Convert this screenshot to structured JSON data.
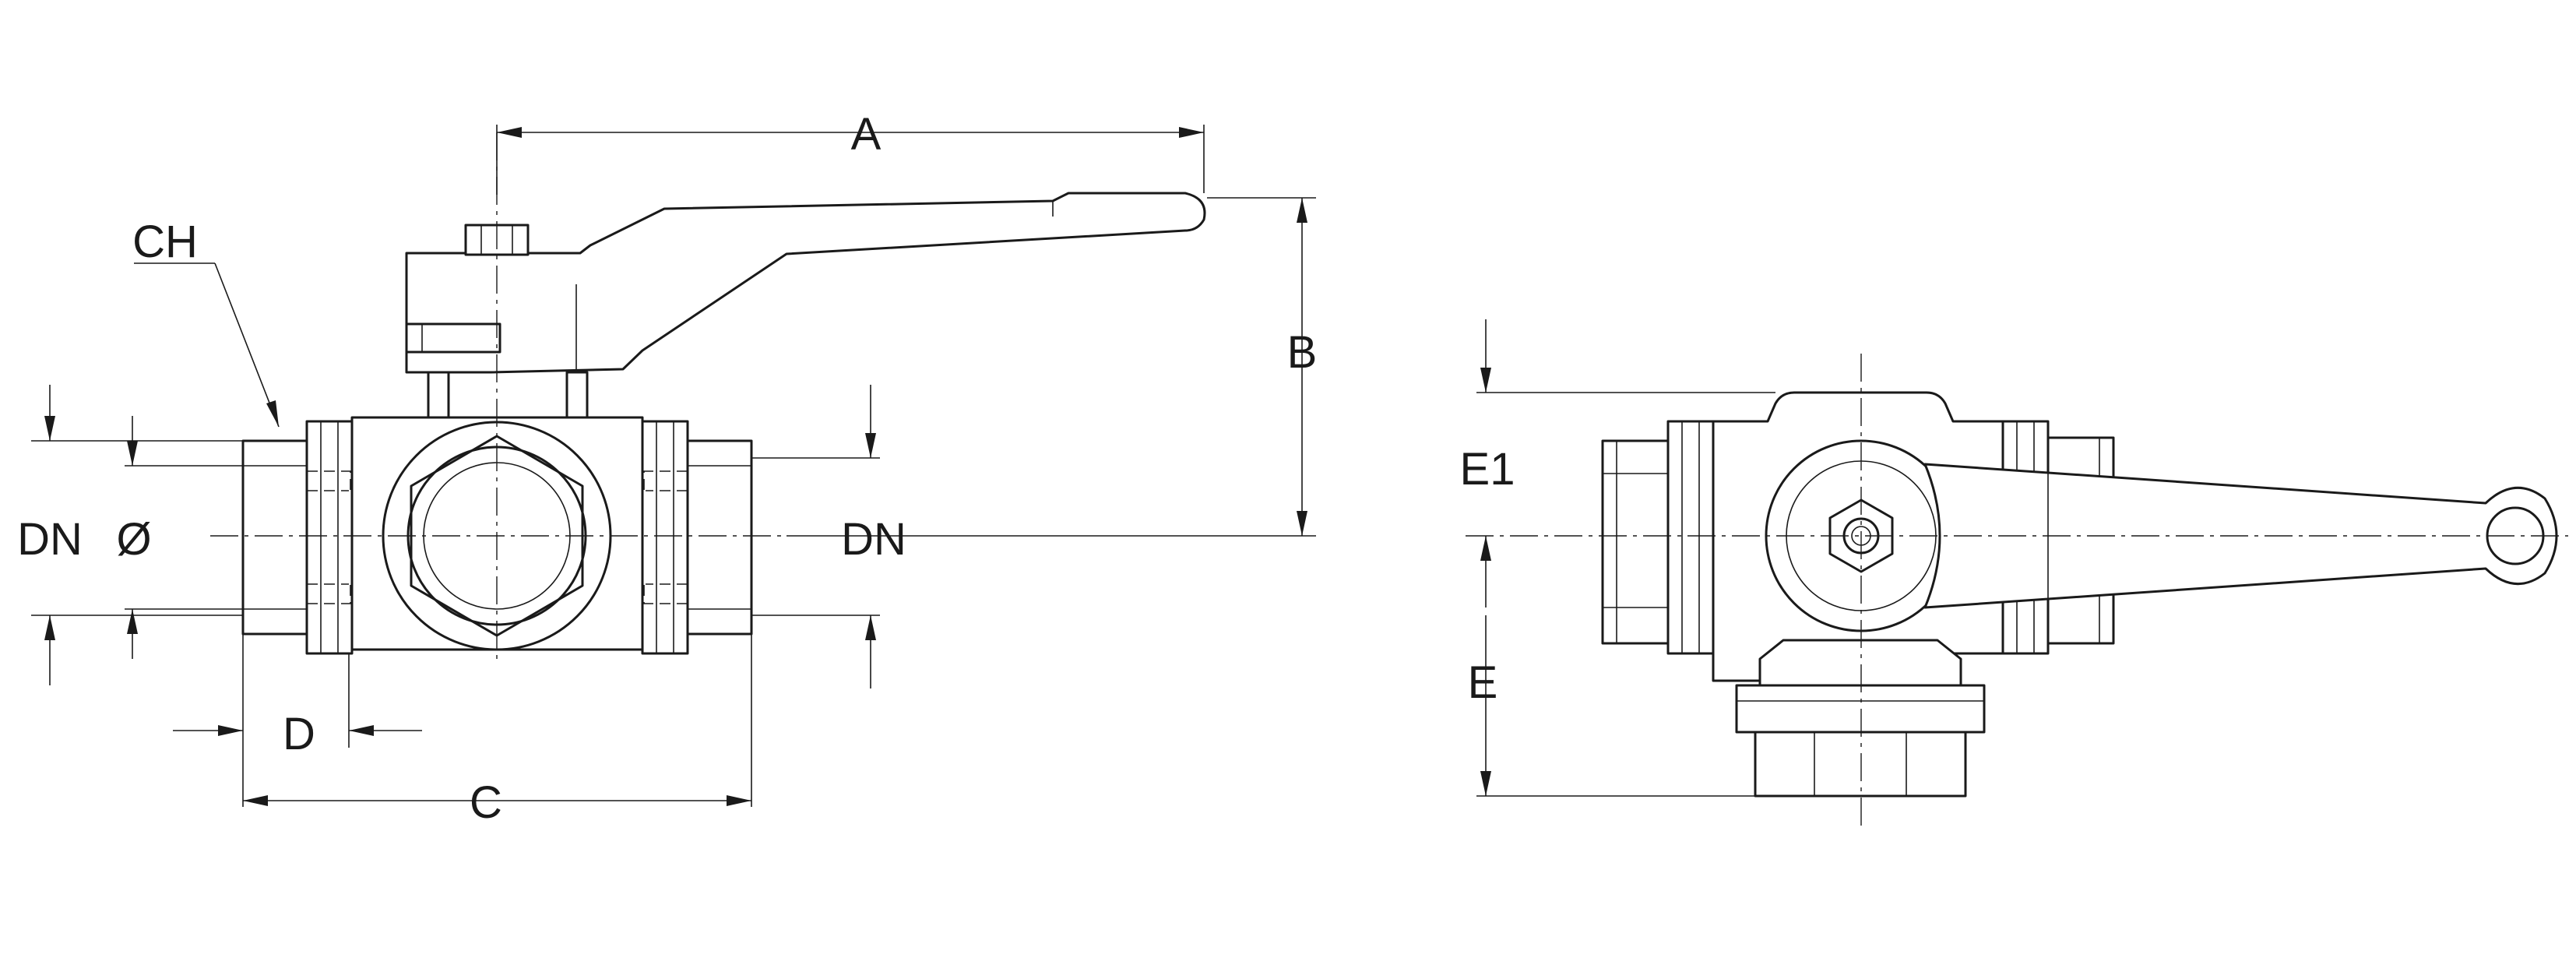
{
  "drawing": {
    "labels": {
      "a": "A",
      "b": "B",
      "c": "C",
      "d": "D",
      "ch": "CH",
      "dn_left": "DN",
      "dia_symbol": "Ø",
      "dn_right": "DN",
      "e": "E",
      "e1": "E1"
    },
    "line_color": "#1a1a1a",
    "background": "#ffffff"
  }
}
